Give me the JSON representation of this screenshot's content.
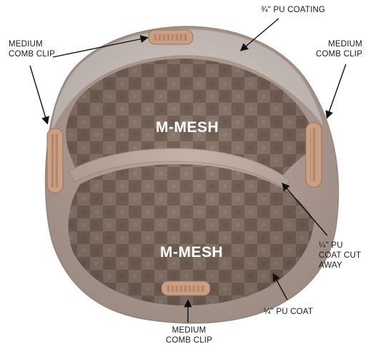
{
  "image": {
    "subject": "wig-cap-base",
    "colors": {
      "background": "#ffffff",
      "base_fill": "#b49f96",
      "pu_border": "#c4b0a6",
      "mesh_dark": "#7d6a60",
      "mesh_light": "#9a867b",
      "front_sheer": "#ddd2cc",
      "clip": "#c9a084",
      "arrow": "#111111",
      "mesh_text": "#ffffff"
    }
  },
  "labels": {
    "pu_coating_34": "¾\" PU COATING",
    "medium_comb_clip_left": [
      "MEDIUM",
      "COMB CLIP"
    ],
    "medium_comb_clip_right": [
      "MEDIUM",
      "COMB CLIP"
    ],
    "medium_comb_clip_bottom": [
      "MEDIUM",
      "COMB CLIP"
    ],
    "pu_coat_cut_away": [
      "¼\" PU",
      "COAT CUT",
      "AWAY"
    ],
    "pu_coat_14": "¼\" PU COAT",
    "mesh_upper": "M-MESH",
    "mesh_lower": "M-MESH"
  }
}
